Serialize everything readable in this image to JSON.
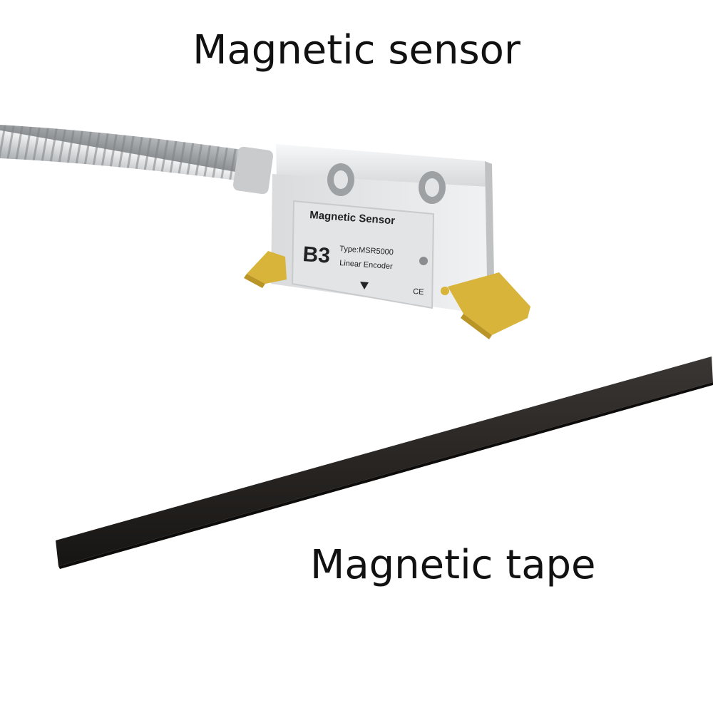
{
  "captions": {
    "sensor": "Magnetic sensor",
    "tape": "Magnetic tape"
  },
  "sensor_label": {
    "title": "Magnetic Sensor",
    "type": "Type:MSR5000",
    "model": "Linear Encoder",
    "mark": "CE",
    "logo": "B3"
  },
  "colors": {
    "background": "#ffffff",
    "housing": "#e6e8ea",
    "clip": "#d8b43a",
    "tape": "#1f1c1a",
    "cable": "#bfc2c4"
  }
}
